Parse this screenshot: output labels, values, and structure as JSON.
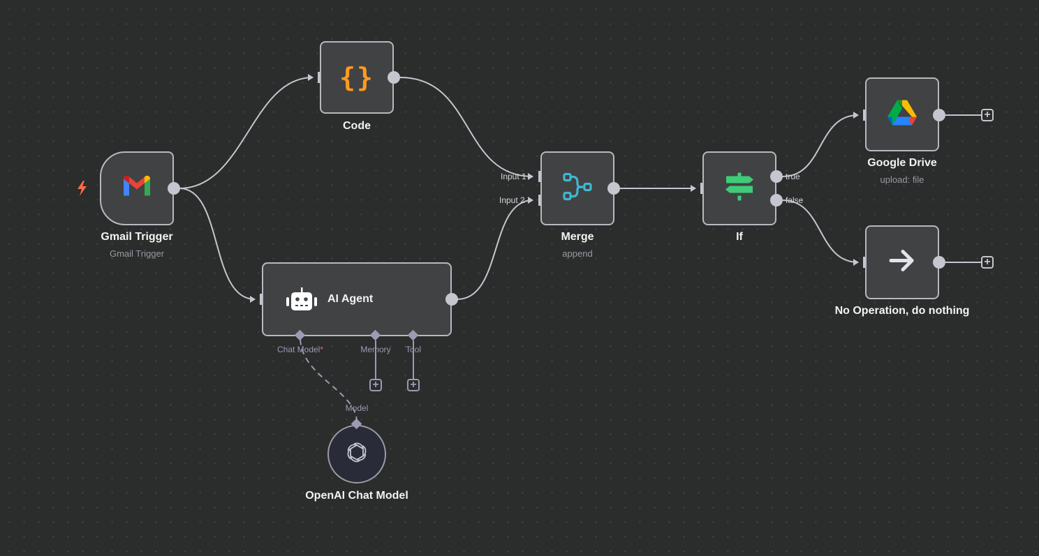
{
  "canvas": {
    "background": "#2b2c2c"
  },
  "colors": {
    "node_bg": "#414244",
    "node_border": "#b8b9c0",
    "edge": "#c5c6cf",
    "sub_connector": "#9b9cb4",
    "trigger_bolt": "#ff6a4d",
    "code_icon": "#ff9a1f",
    "merge_icon": "#3fb8d0",
    "if_icon": "#3fcc78"
  },
  "nodes": {
    "gmail_trigger": {
      "title": "Gmail Trigger",
      "subtitle": "Gmail Trigger",
      "icon": "gmail-icon",
      "trigger_icon": "lightning-bolt-icon"
    },
    "code": {
      "title": "Code",
      "icon": "curly-braces-icon"
    },
    "ai_agent": {
      "title": "AI Agent",
      "icon": "robot-icon",
      "sub_inputs": [
        {
          "label": "Chat Model",
          "required_marker": "*"
        },
        {
          "label": "Memory"
        },
        {
          "label": "Tool"
        }
      ]
    },
    "openai_chat_model": {
      "title": "OpenAI Chat Model",
      "icon": "openai-icon",
      "output_label": "Model"
    },
    "merge": {
      "title": "Merge",
      "subtitle": "append",
      "icon": "merge-icon",
      "inputs": [
        "Input 1",
        "Input 2"
      ]
    },
    "if": {
      "title": "If",
      "icon": "signpost-icon",
      "outputs": [
        "true",
        "false"
      ]
    },
    "google_drive": {
      "title": "Google Drive",
      "subtitle": "upload: file",
      "icon": "google-drive-icon"
    },
    "no_op": {
      "title": "No Operation, do nothing",
      "icon": "arrow-right-icon"
    }
  },
  "add_button_label": "+"
}
